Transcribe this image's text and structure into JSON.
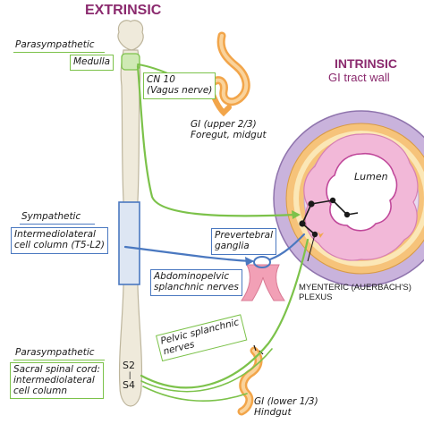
{
  "colors": {
    "parasympathetic": "#7cc24a",
    "sympathetic": "#4a78c0",
    "heading": "#8b2a6e",
    "cord": "#efeadb",
    "gut_orange": "#f2a54a",
    "wall_lavender": "#c9b3dc",
    "wall_pink": "#f2b8d8"
  },
  "headings": {
    "extrinsic": "EXTRINSIC",
    "intrinsic": "INTRINSIC",
    "intrinsic_sub": "GI tract wall"
  },
  "labels": {
    "parasympathetic_top": "Parasympathetic",
    "medulla": "Medulla",
    "cn10_line1": "CN 10",
    "cn10_line2": "(Vagus nerve)",
    "gi_upper_line1": "GI (upper 2/3)",
    "gi_upper_line2": "Foregut, midgut",
    "lumen": "Lumen",
    "sympathetic": "Sympathetic",
    "iml_line1": "Intermediolateral",
    "iml_line2": "cell column (T5-L2)",
    "prevertebral_line1": "Prevertebral",
    "prevertebral_line2": "ganglia",
    "abdominopelvic_line1": "Abdominopelvic",
    "abdominopelvic_line2": "splanchnic nerves",
    "myenteric_line1": "MYENTERIC (AUERBACH'S)",
    "myenteric_line2": "PLEXUS",
    "parasympathetic_bottom": "Parasympathetic",
    "sacral_line1": "Sacral spinal cord:",
    "sacral_line2": "intermediolateral",
    "sacral_line3": "cell column",
    "s2": "S2",
    "s4": "S4",
    "pelvic_line1": "Pelvic splanchnic",
    "pelvic_line2": "nerves",
    "gi_lower_line1": "GI (lower 1/3)",
    "gi_lower_line2": "Hindgut"
  },
  "icons": {
    "neuron": "neuron-icon",
    "stomach": "stomach-icon",
    "colon": "colon-icon",
    "aorta": "aorta-icon"
  }
}
